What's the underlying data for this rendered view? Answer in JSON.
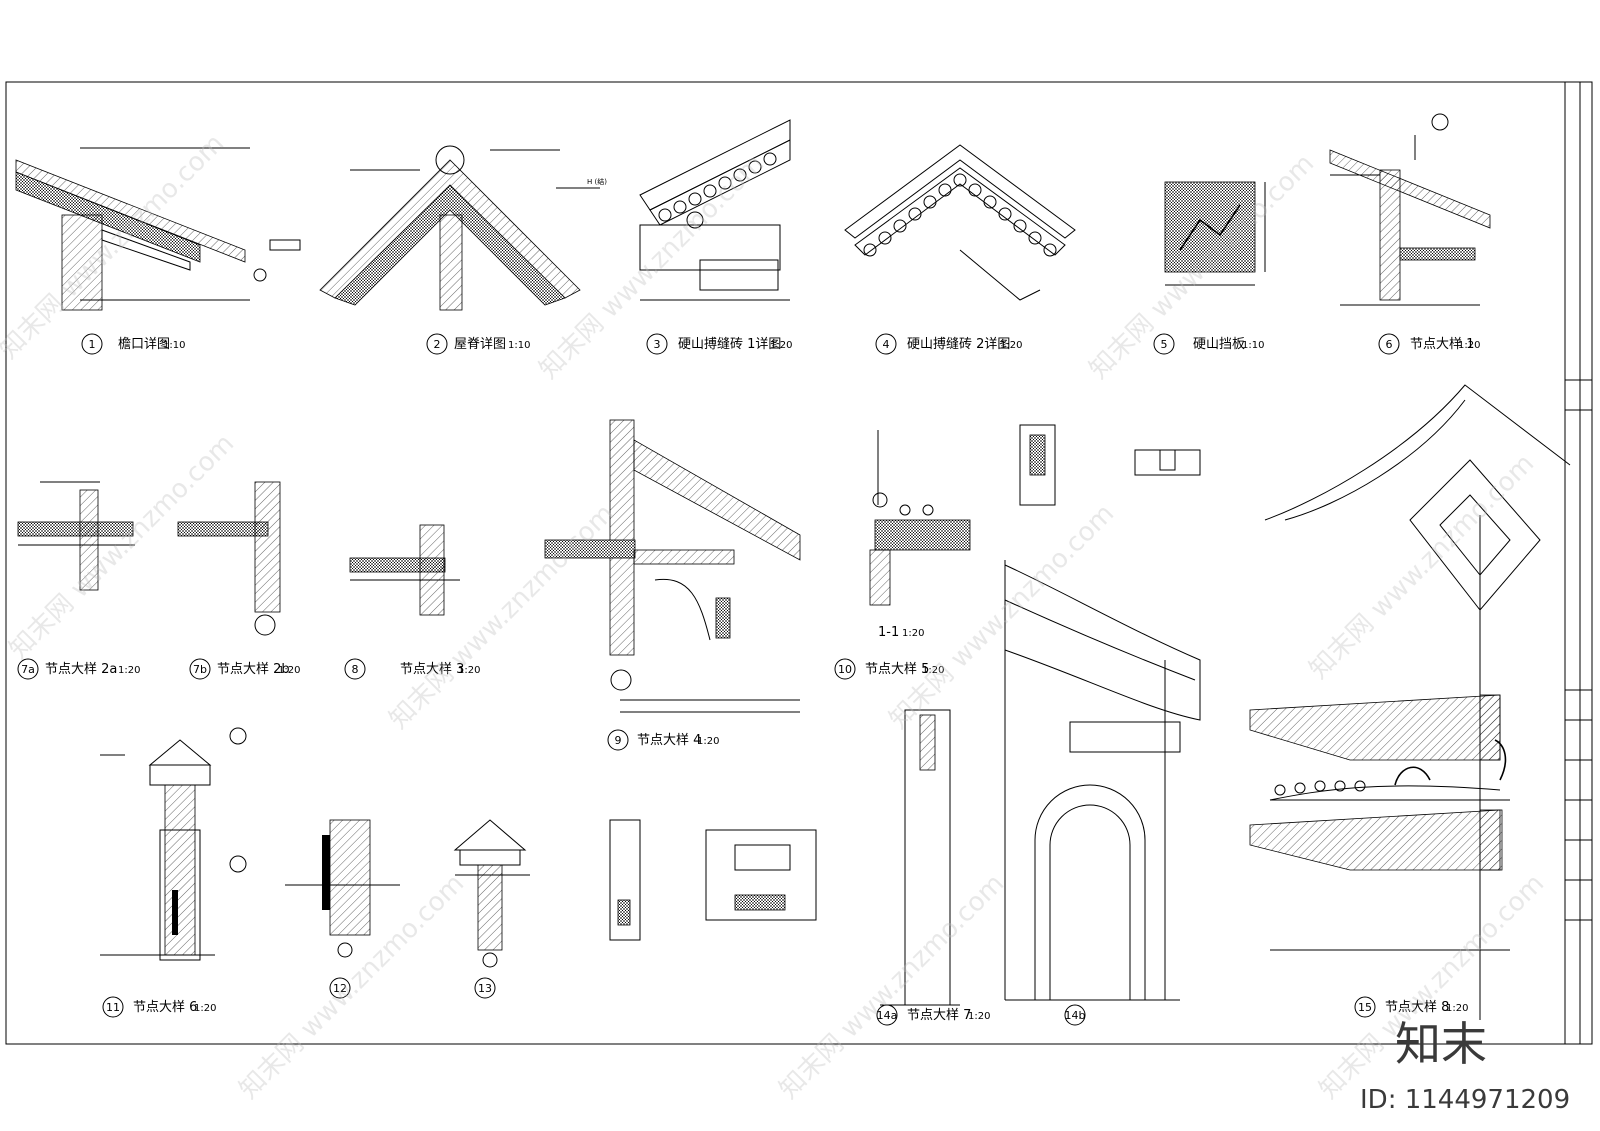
{
  "details": [
    {
      "num": "1",
      "title": "檐口详图",
      "scale": "1:10"
    },
    {
      "num": "2",
      "title": "屋脊详图",
      "scale": "1:10"
    },
    {
      "num": "3",
      "title": "硬山搏缝砖 1详图",
      "scale": "1:20"
    },
    {
      "num": "4",
      "title": "硬山搏缝砖 2详图",
      "scale": "1:20"
    },
    {
      "num": "5",
      "title": "硬山挡板",
      "scale": "1:10"
    },
    {
      "num": "6",
      "title": "节点大样 1",
      "scale": "1:20"
    },
    {
      "num": "7a",
      "title": "节点大样 2a",
      "scale": "1:20"
    },
    {
      "num": "7b",
      "title": "节点大样 2b",
      "scale": "1:20"
    },
    {
      "num": "8",
      "title": "节点大样 3",
      "scale": "1:20"
    },
    {
      "num": "9",
      "title": "节点大样 4",
      "scale": "1:20"
    },
    {
      "num": "10",
      "title": "节点大样 5",
      "scale": "1:20"
    },
    {
      "num": "11",
      "title": "节点大样 6",
      "scale": "1:20"
    },
    {
      "num": "12",
      "title": "",
      "scale": ""
    },
    {
      "num": "13",
      "title": "",
      "scale": ""
    },
    {
      "num": "14a",
      "title": "节点大样 7",
      "scale": "1:20"
    },
    {
      "num": "14b",
      "title": "",
      "scale": ""
    },
    {
      "num": "15",
      "title": "节点大样 8",
      "scale": "1:20"
    }
  ],
  "section_label": "1-1",
  "section_scale": "1:20",
  "level_mark": "H (结)",
  "watermark": "知末网 www.znzmo.com",
  "brand": "知末",
  "image_id": "ID: 1144971209",
  "colors": {
    "line": "#000000",
    "watermark": "#bfbfbf",
    "brand": "#3a3a3a"
  }
}
